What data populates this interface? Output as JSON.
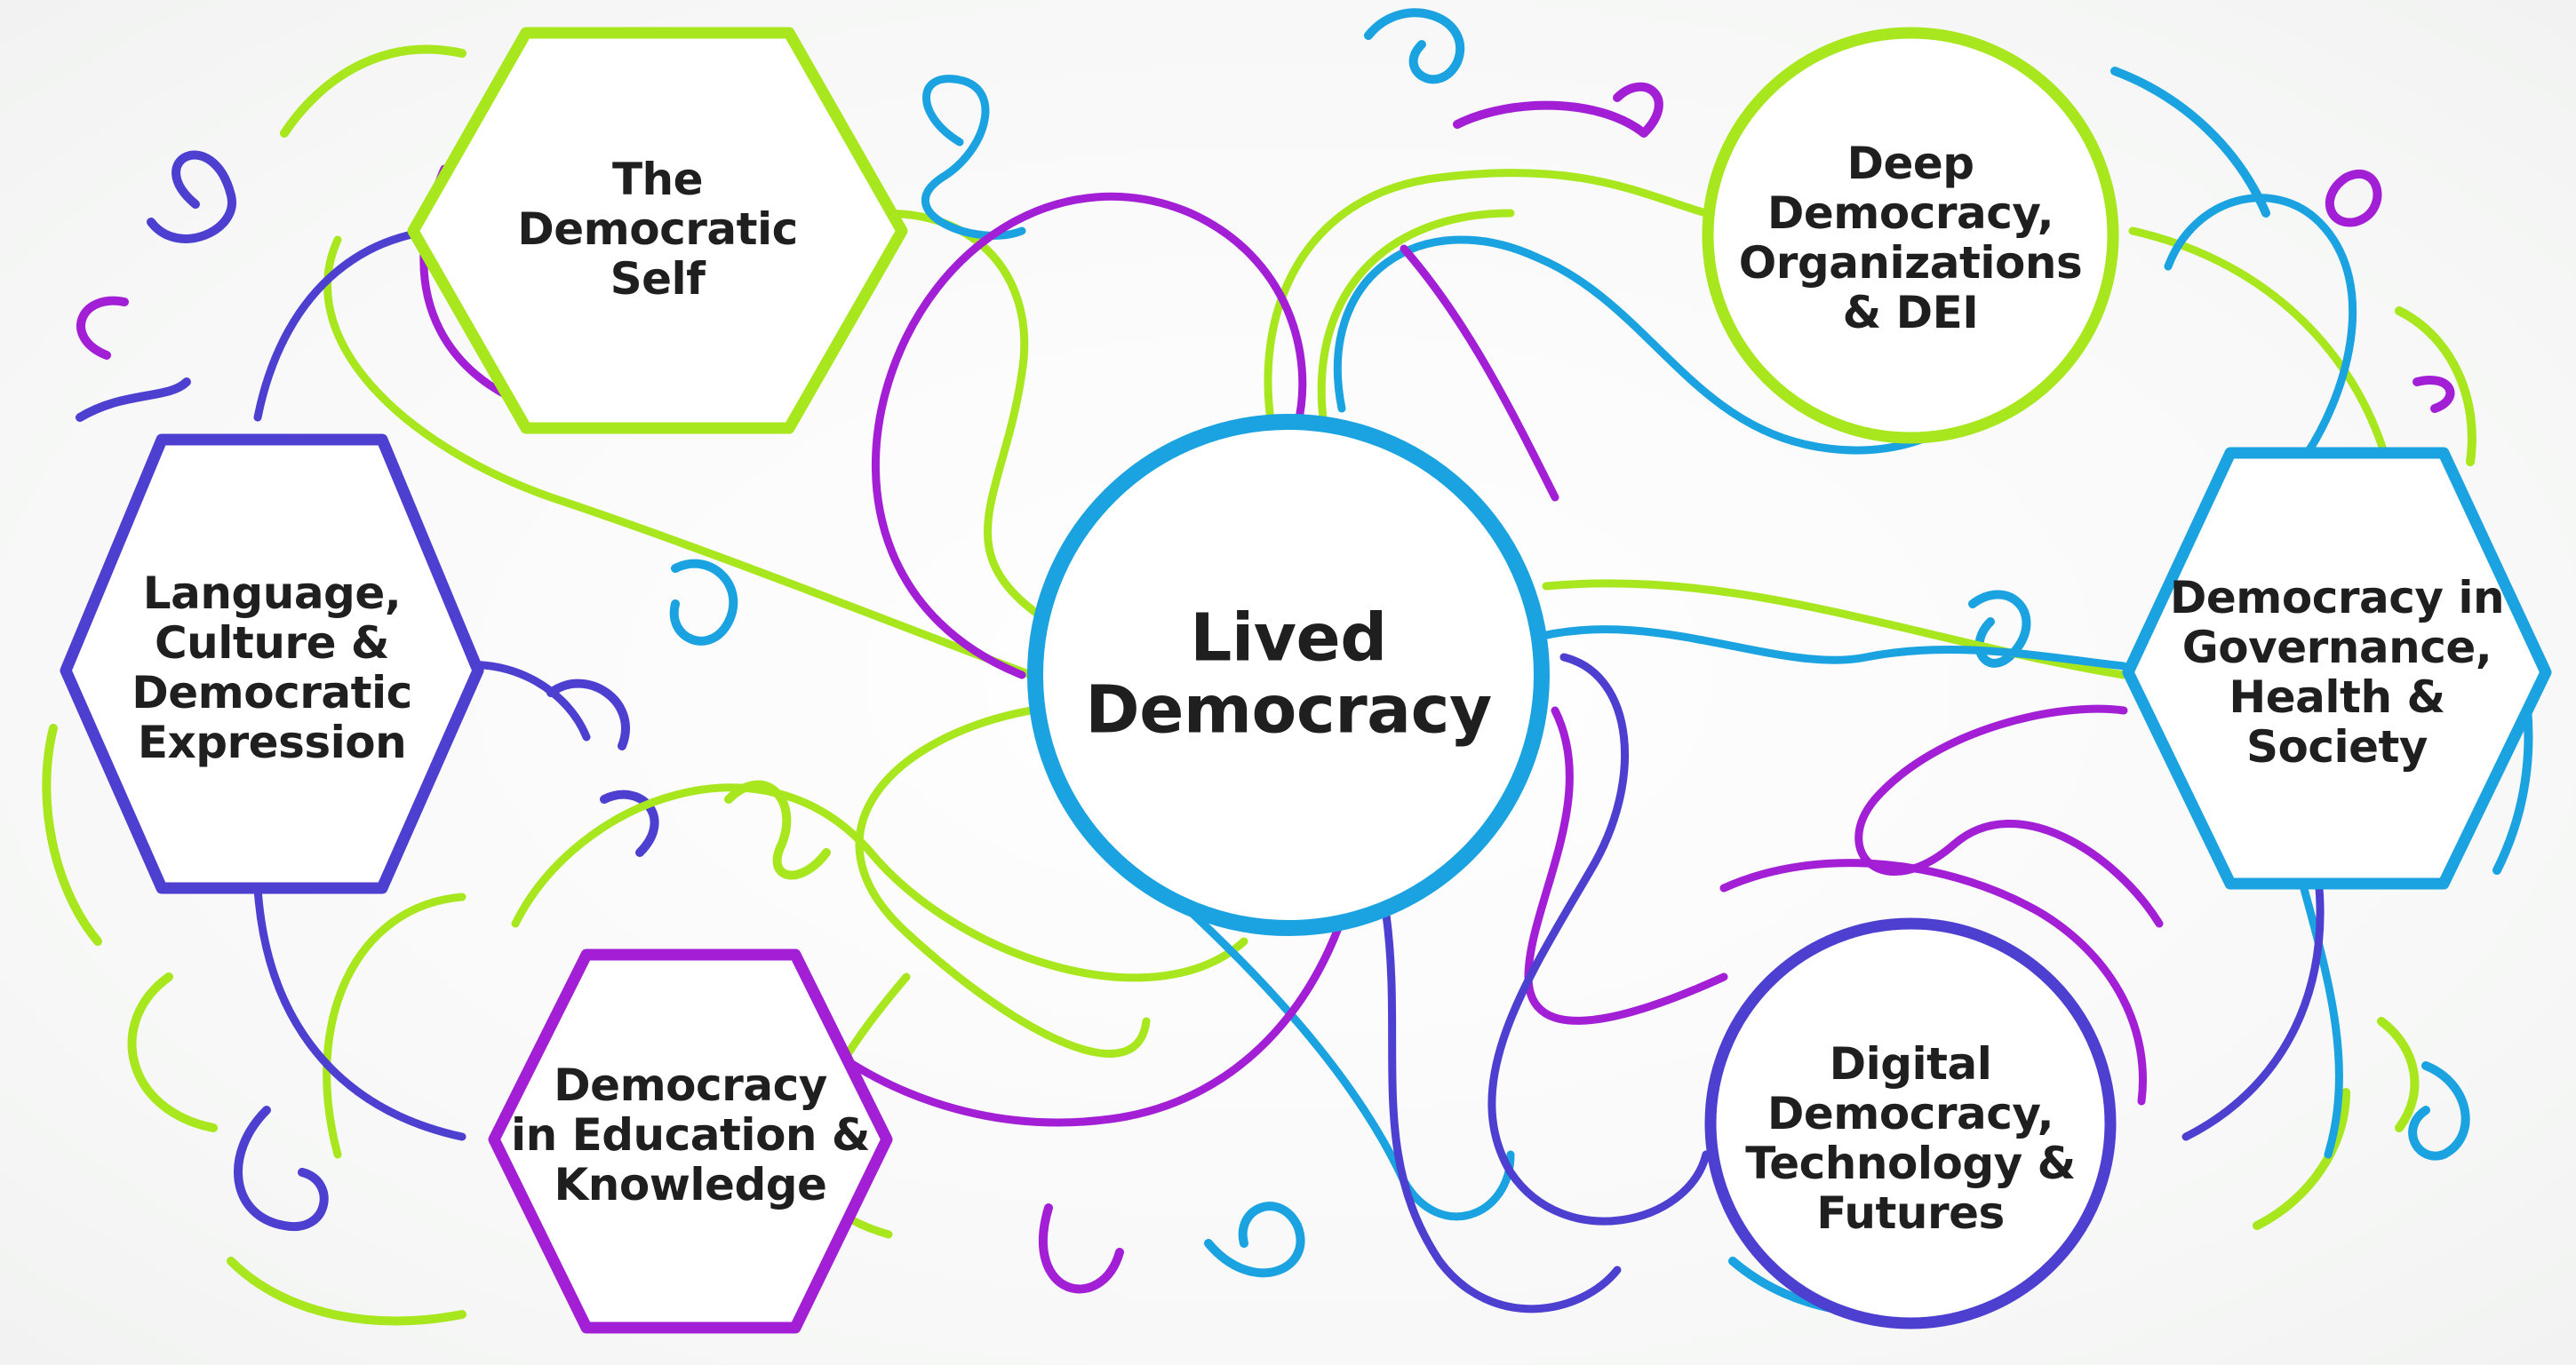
{
  "colors": {
    "lime": "#a8e61d",
    "blue": "#1aa3e0",
    "purple": "#a21fd6",
    "indigo": "#4d3fd0",
    "text": "#1f1f1f"
  },
  "center": {
    "lines": [
      "Lived",
      "Democracy"
    ],
    "ring_color": "#1aa3e0"
  },
  "nodes": [
    {
      "id": "democratic-self",
      "shape": "hexagon",
      "color": "#a8e61d",
      "lines": [
        "The",
        "Democratic",
        "Self"
      ]
    },
    {
      "id": "deep-democracy",
      "shape": "circle",
      "color": "#a8e61d",
      "lines": [
        "Deep",
        "Democracy,",
        "Organizations",
        "& DEI"
      ]
    },
    {
      "id": "language-culture",
      "shape": "hexagon",
      "color": "#4d3fd0",
      "lines": [
        "Language,",
        "Culture &",
        "Democratic",
        "Expression"
      ]
    },
    {
      "id": "governance-health",
      "shape": "hexagon",
      "color": "#1aa3e0",
      "lines": [
        "Democracy in",
        "Governance,",
        "Health &",
        "Society"
      ]
    },
    {
      "id": "education-knowledge",
      "shape": "hexagon",
      "color": "#a21fd6",
      "lines": [
        "Democracy",
        "in Education &",
        "Knowledge"
      ]
    },
    {
      "id": "digital-democracy",
      "shape": "circle",
      "color": "#4d3fd0",
      "lines": [
        "Digital",
        "Democracy,",
        "Technology &",
        "Futures"
      ]
    }
  ]
}
